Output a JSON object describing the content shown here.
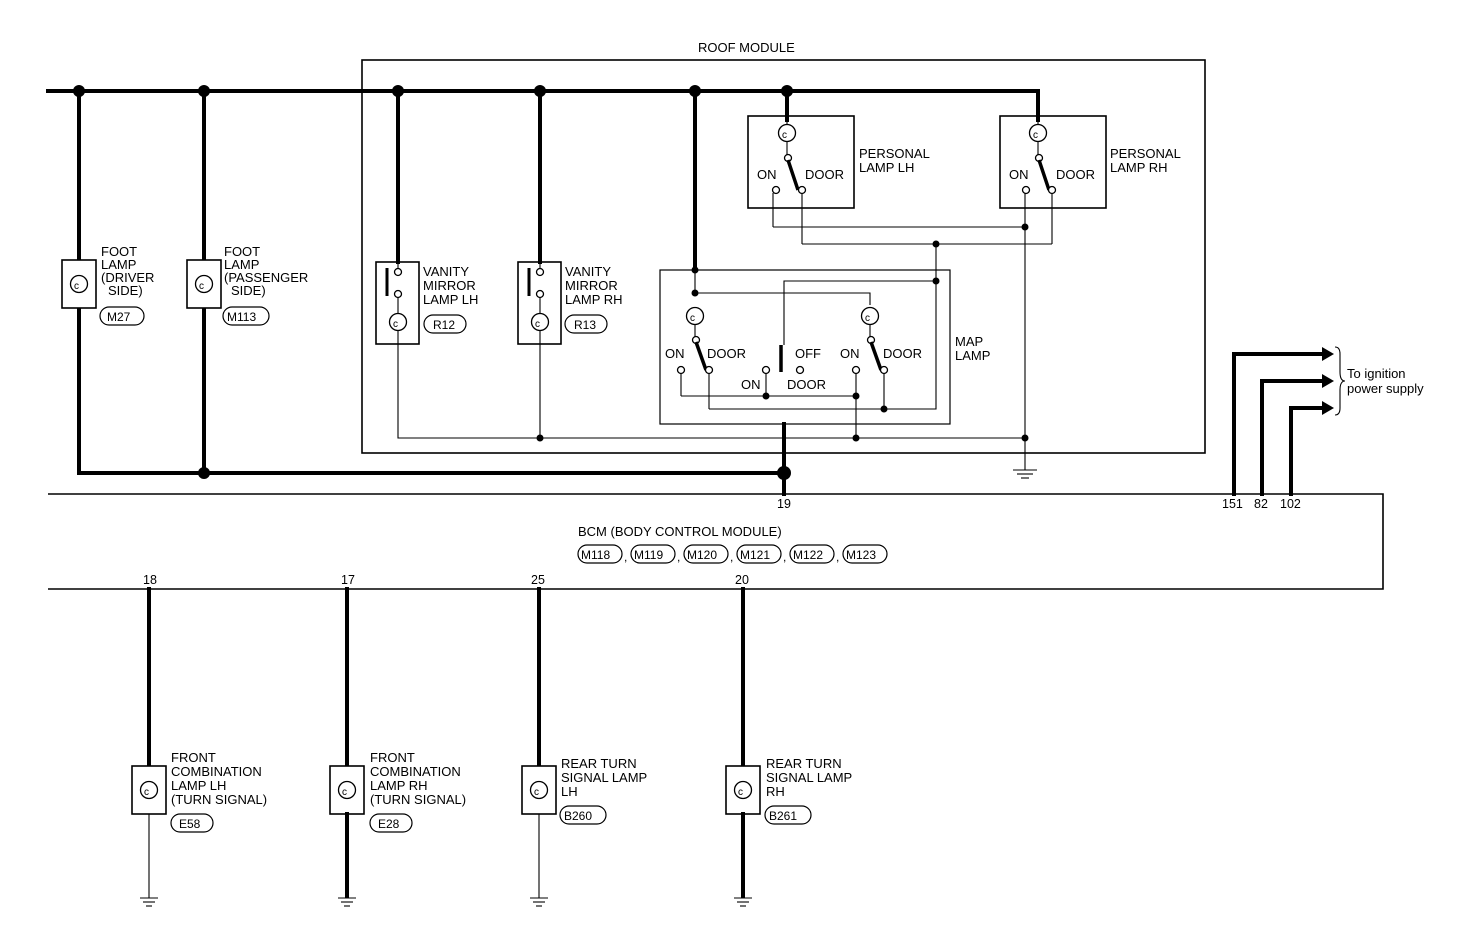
{
  "roof_module": {
    "title": "ROOF MODULE"
  },
  "bcm": {
    "title": "BCM (BODY CONTROL MODULE)",
    "connectors": [
      "M118",
      "M119",
      "M120",
      "M121",
      "M122",
      "M123"
    ],
    "pins": {
      "ground": "19",
      "foot_lh": "18",
      "foot_rh": "17",
      "rear_lh": "25",
      "rear_rh": "20",
      "ign_a": "151",
      "ign_b": "82",
      "ign_c": "102"
    },
    "separator": ","
  },
  "ignition": {
    "label_line1": "To ignition",
    "label_line2": "power supply"
  },
  "foot_lamp_driver": {
    "lines": [
      "FOOT",
      "LAMP",
      "(DRIVER",
      "SIDE)"
    ],
    "connector": "M27"
  },
  "foot_lamp_passenger": {
    "lines": [
      "FOOT",
      "LAMP",
      "(PASSENGER",
      "SIDE)"
    ],
    "connector": "M113"
  },
  "vanity_lh": {
    "lines": [
      "VANITY",
      "MIRROR",
      "LAMP LH"
    ],
    "connector": "R12"
  },
  "vanity_rh": {
    "lines": [
      "VANITY",
      "MIRROR",
      "LAMP RH"
    ],
    "connector": "R13"
  },
  "personal_lh": {
    "lines": [
      "PERSONAL",
      "LAMP LH"
    ],
    "on": "ON",
    "door": "DOOR"
  },
  "personal_rh": {
    "lines": [
      "PERSONAL",
      "LAMP RH"
    ],
    "on": "ON",
    "door": "DOOR"
  },
  "map_lamp": {
    "lines": [
      "MAP",
      "LAMP"
    ],
    "left": {
      "on": "ON",
      "door": "DOOR"
    },
    "center": {
      "off": "OFF",
      "on": "ON",
      "door": "DOOR"
    },
    "right": {
      "on": "ON",
      "door": "DOOR"
    }
  },
  "front_combo_lh": {
    "lines": [
      "FRONT",
      "COMBINATION",
      "LAMP LH",
      "(TURN SIGNAL)"
    ],
    "connector": "E58"
  },
  "front_combo_rh": {
    "lines": [
      "FRONT",
      "COMBINATION",
      "LAMP RH",
      "(TURN SIGNAL)"
    ],
    "connector": "E28"
  },
  "rear_turn_lh": {
    "lines": [
      "REAR TURN",
      "SIGNAL LAMP",
      "LH"
    ],
    "connector": "B260"
  },
  "rear_turn_rh": {
    "lines": [
      "REAR TURN",
      "SIGNAL LAMP",
      "RH"
    ],
    "connector": "B261"
  }
}
